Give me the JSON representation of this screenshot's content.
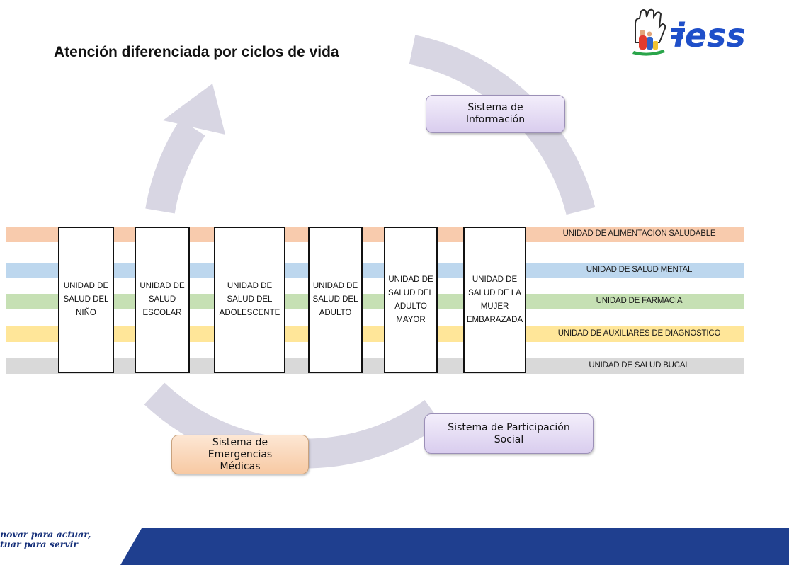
{
  "slide": {
    "title": "Atención diferenciada por ciclos de vida"
  },
  "logo": {
    "text": "iess",
    "icon": "hand-family-icon"
  },
  "systems": {
    "informacion": "Sistema de\nInformación",
    "participacion": "Sistema de Participación\nSocial",
    "emergencias": "Sistema de\nEmergencias\nMédicas"
  },
  "life_cycle_units": [
    "UNIDAD DE\nSALUD DEL\nNIÑO",
    "UNIDAD DE\nSALUD\nESCOLAR",
    "UNIDAD DE\nSALUD DEL\nADOLESCENTE",
    "UNIDAD DE\nSALUD DEL\nADULTO",
    "UNIDAD DE\nSALUD DEL\nADULTO\nMAYOR",
    "UNIDAD DE\nSALUD DE LA\nMUJER\nEMBARAZADA"
  ],
  "service_units": [
    {
      "label": "UNIDAD DE ALIMENTACION SALUDABLE",
      "color": "#f8cbad"
    },
    {
      "label": "UNIDAD DE SALUD MENTAL",
      "color": "#bdd7ee"
    },
    {
      "label": "UNIDAD DE FARMACIA",
      "color": "#c6e0b4"
    },
    {
      "label": "UNIDAD DE AUXILIARES DE DIAGNOSTICO",
      "color": "#ffe699"
    },
    {
      "label": "UNIDAD DE SALUD BUCAL",
      "color": "#d9d9d9"
    }
  ],
  "footer": {
    "slogan": "novar para actuar,\ntuar para servir",
    "band_color": "#1f3f8f"
  }
}
